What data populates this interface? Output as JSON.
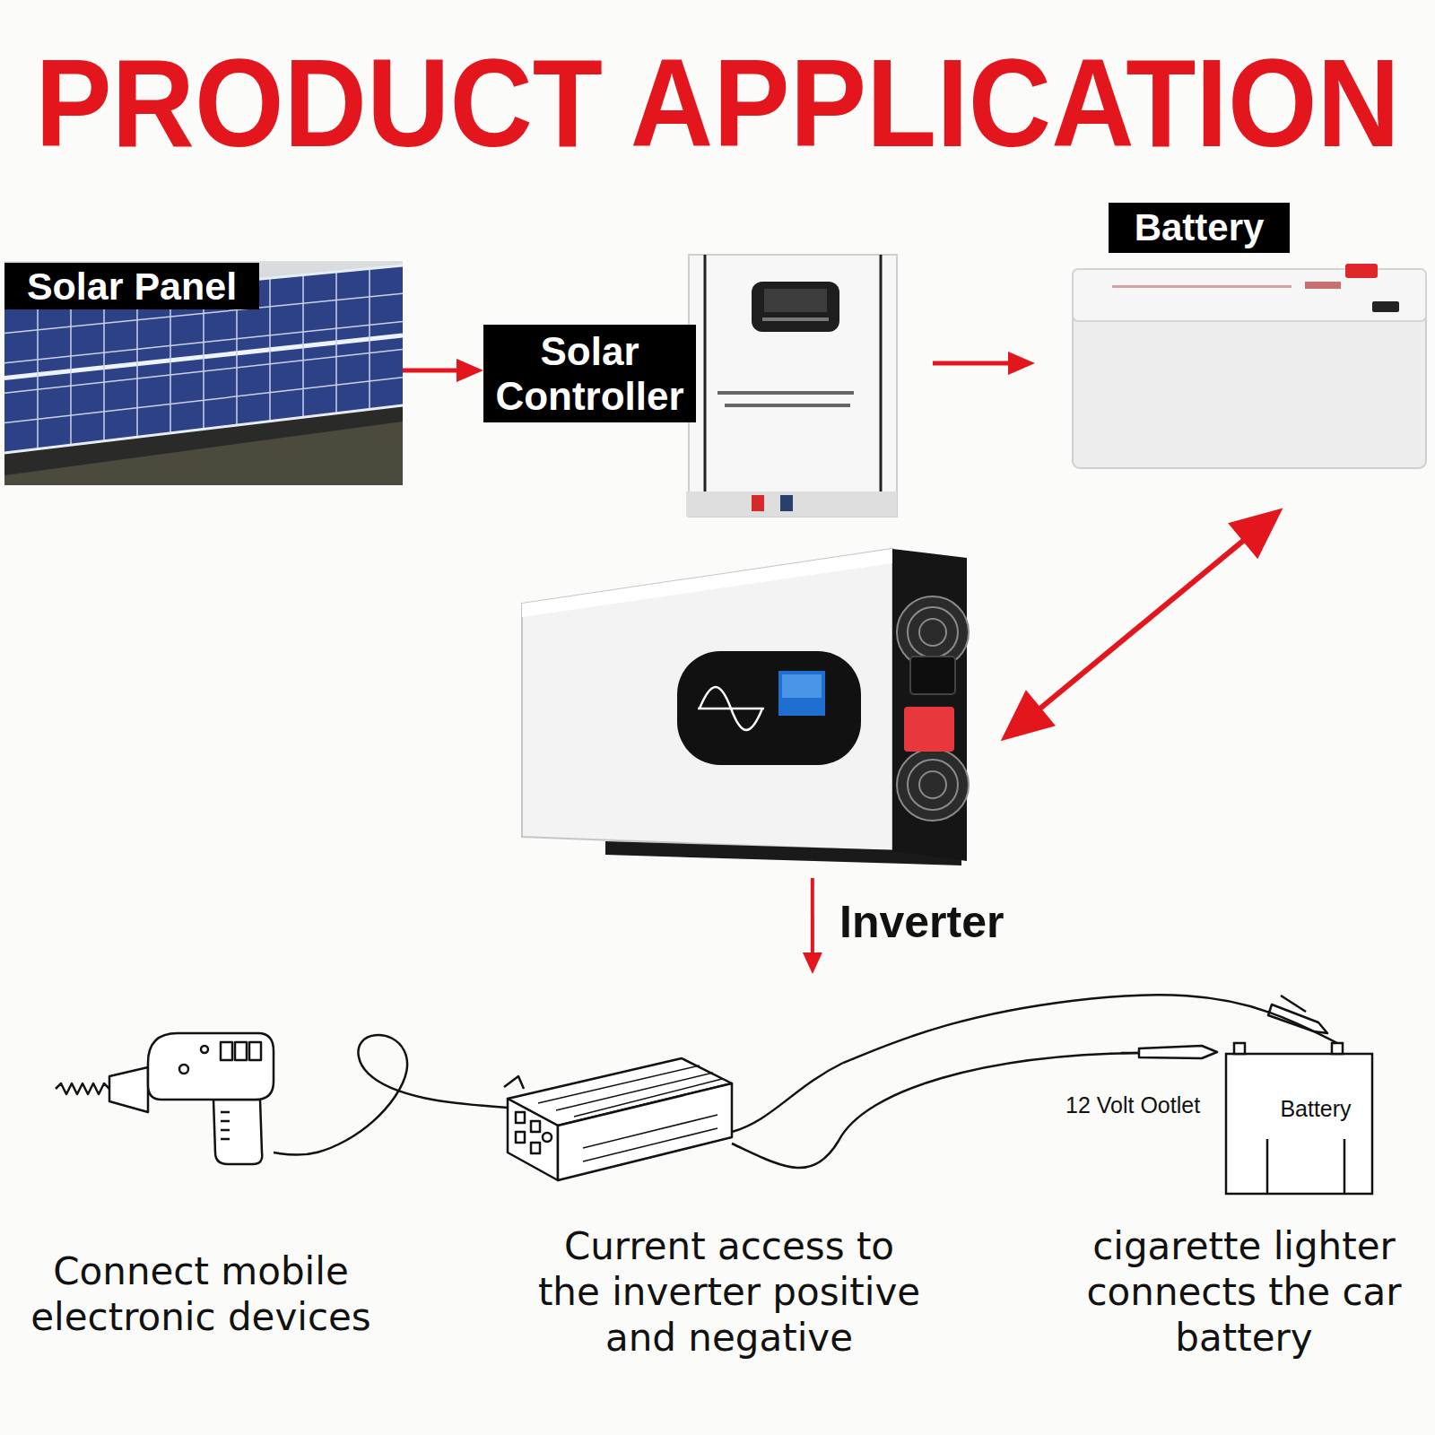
{
  "diagram": {
    "title": "PRODUCT APPLICATION",
    "nodes": [
      {
        "text": [
          "Solar Panel"
        ]
      },
      {
        "text": [
          "Solar Controller"
        ]
      },
      {
        "text": [
          "Battery"
        ]
      },
      {
        "text": [
          "Inverter"
        ]
      },
      {
        "text": [
          "Connect mobile electronic devices"
        ]
      },
      {
        "text": [
          "Current access to the inverter positive and negative"
        ]
      },
      {
        "text": [
          "Battery",
          "cigarette lighter connects the car battery"
        ]
      }
    ],
    "edges": [
      {
        "from": 0,
        "to": 1,
        "arrow": "to"
      },
      {
        "from": 1,
        "to": 2,
        "arrow": "to"
      },
      {
        "from": 2,
        "to": 3,
        "arrow": "both"
      },
      {
        "from": 3,
        "to": 5,
        "arrow": "to"
      },
      {
        "from": 4,
        "to": 5,
        "arrow": "none"
      },
      {
        "from": 5,
        "to": 6,
        "arrow": "none"
      }
    ],
    "labels": [
      "12 Volt Ootlet"
    ]
  }
}
